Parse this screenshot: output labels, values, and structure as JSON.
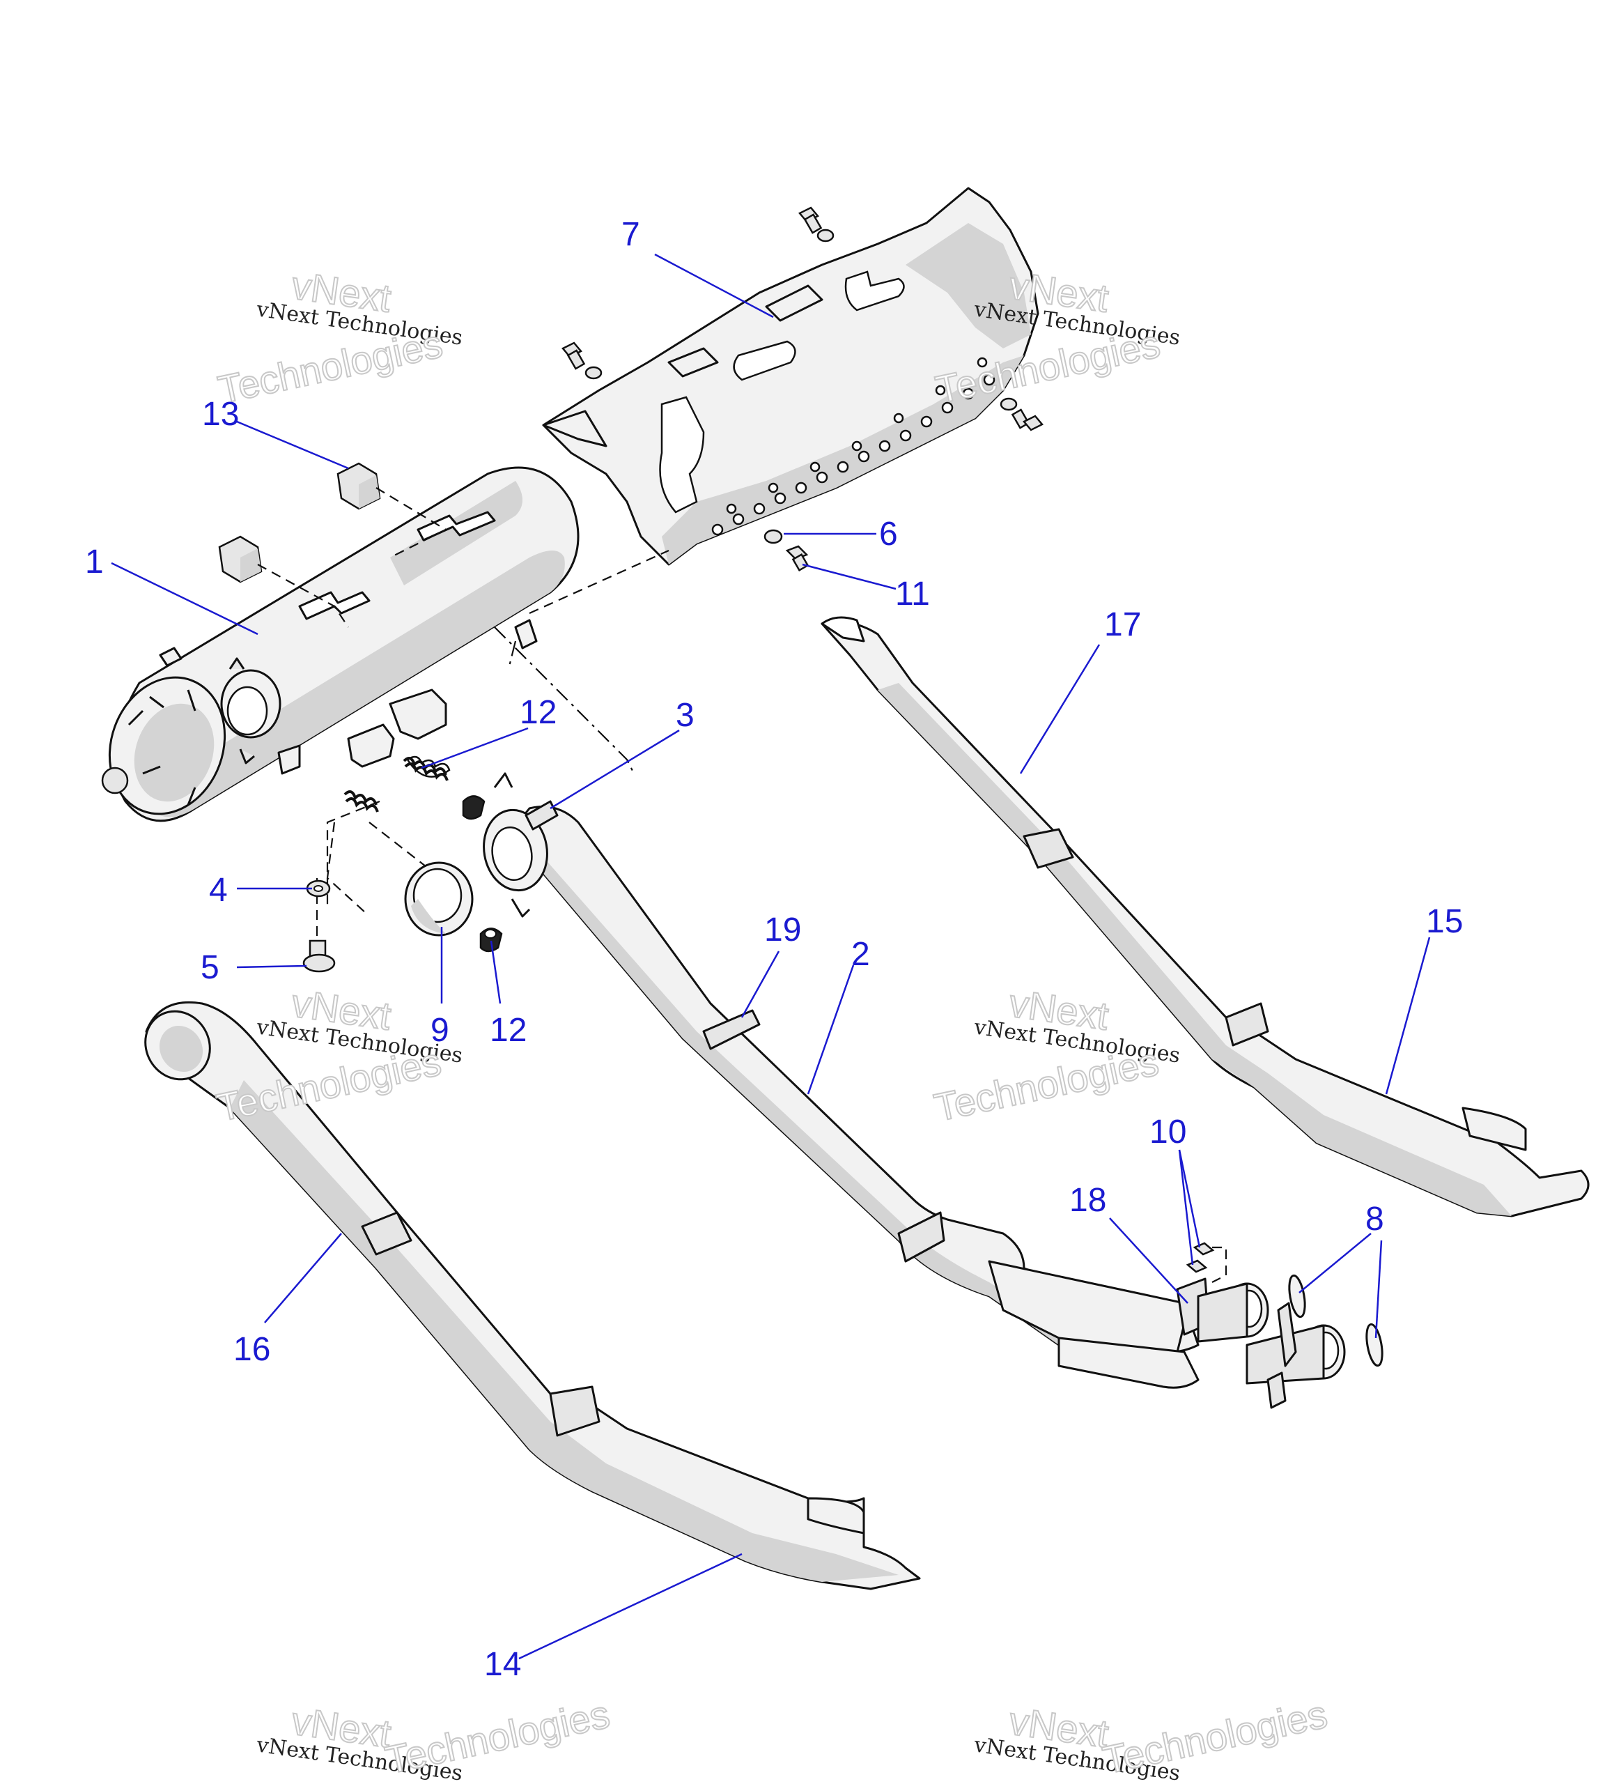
{
  "diagram": {
    "callouts": [
      {
        "id": "1",
        "label": "1"
      },
      {
        "id": "2",
        "label": "2"
      },
      {
        "id": "3",
        "label": "3"
      },
      {
        "id": "4",
        "label": "4"
      },
      {
        "id": "5",
        "label": "5"
      },
      {
        "id": "6",
        "label": "6"
      },
      {
        "id": "7",
        "label": "7"
      },
      {
        "id": "8",
        "label": "8"
      },
      {
        "id": "9",
        "label": "9"
      },
      {
        "id": "10",
        "label": "10"
      },
      {
        "id": "11",
        "label": "11"
      },
      {
        "id": "12a",
        "label": "12"
      },
      {
        "id": "12b",
        "label": "12"
      },
      {
        "id": "13",
        "label": "13"
      },
      {
        "id": "14",
        "label": "14"
      },
      {
        "id": "15",
        "label": "15"
      },
      {
        "id": "16",
        "label": "16"
      },
      {
        "id": "17",
        "label": "17"
      },
      {
        "id": "18",
        "label": "18"
      },
      {
        "id": "19",
        "label": "19"
      }
    ],
    "callout_color": "#1a1ad0",
    "line_color": "#111111"
  },
  "watermark": {
    "company": "vNext Technologies",
    "brand": "vNext",
    "word": "Technologies"
  }
}
